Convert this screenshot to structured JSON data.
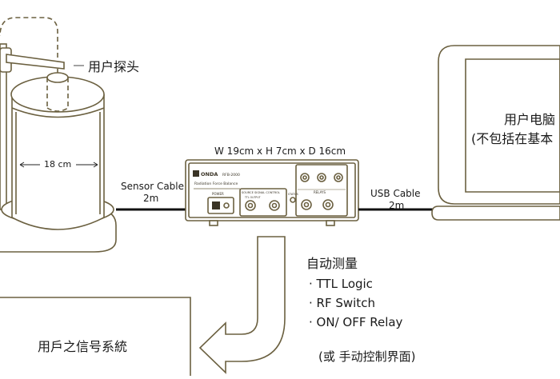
{
  "labels": {
    "probe": "用户探头",
    "tank_width": "18 cm",
    "sensor_cable": "Sensor Cable",
    "sensor_cable_len": "2m",
    "device_dims": "W 19cm x H 7cm x D 16cm",
    "usb_cable": "USB Cable",
    "usb_cable_len": "2m",
    "computer_line1": "用户电脑",
    "computer_line2": "(不包括在基本",
    "auto_measure": "自动测量",
    "bullet1": "· TTL Logic",
    "bullet2": "·  RF Switch",
    "bullet3": "· ON/ OFF Relay",
    "manual_note": "(或 手动控制界面)",
    "signal_system": "用戶之信号系統"
  },
  "device": {
    "brand": "ONDA",
    "model": "RFB-2000",
    "subtitle": "Radiation Force Balance",
    "power": "POWER",
    "source_control": "SOURCE SIGNAL CONTROL",
    "ttl_output": "TTL OUTPUT",
    "relays": "RELAYS",
    "status": "STATUS"
  },
  "colors": {
    "outline": "#6b6040",
    "cable": "#111111",
    "fill": "#ffffff"
  }
}
